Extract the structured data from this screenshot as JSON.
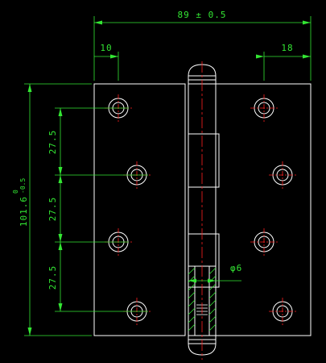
{
  "drawing": {
    "title": "",
    "colors": {
      "background": "#000000",
      "outline": "#ffffff",
      "dimension": "#33e633",
      "centerline": "#ff2020",
      "hatch": "#33e633"
    },
    "dimensions": {
      "overall_width": "89 ± 0.5",
      "left_hole_offset": "10",
      "right_hole_offset": "18",
      "height_main": "101.6",
      "height_tol_upper": "0",
      "height_tol_lower": "-0.5",
      "pitch_1": "27.5",
      "pitch_2": "27.5",
      "pitch_3": "27.5",
      "pin_diameter": "φ6"
    },
    "holes": {
      "left_leaf_count": 4,
      "right_leaf_count": 4
    }
  }
}
